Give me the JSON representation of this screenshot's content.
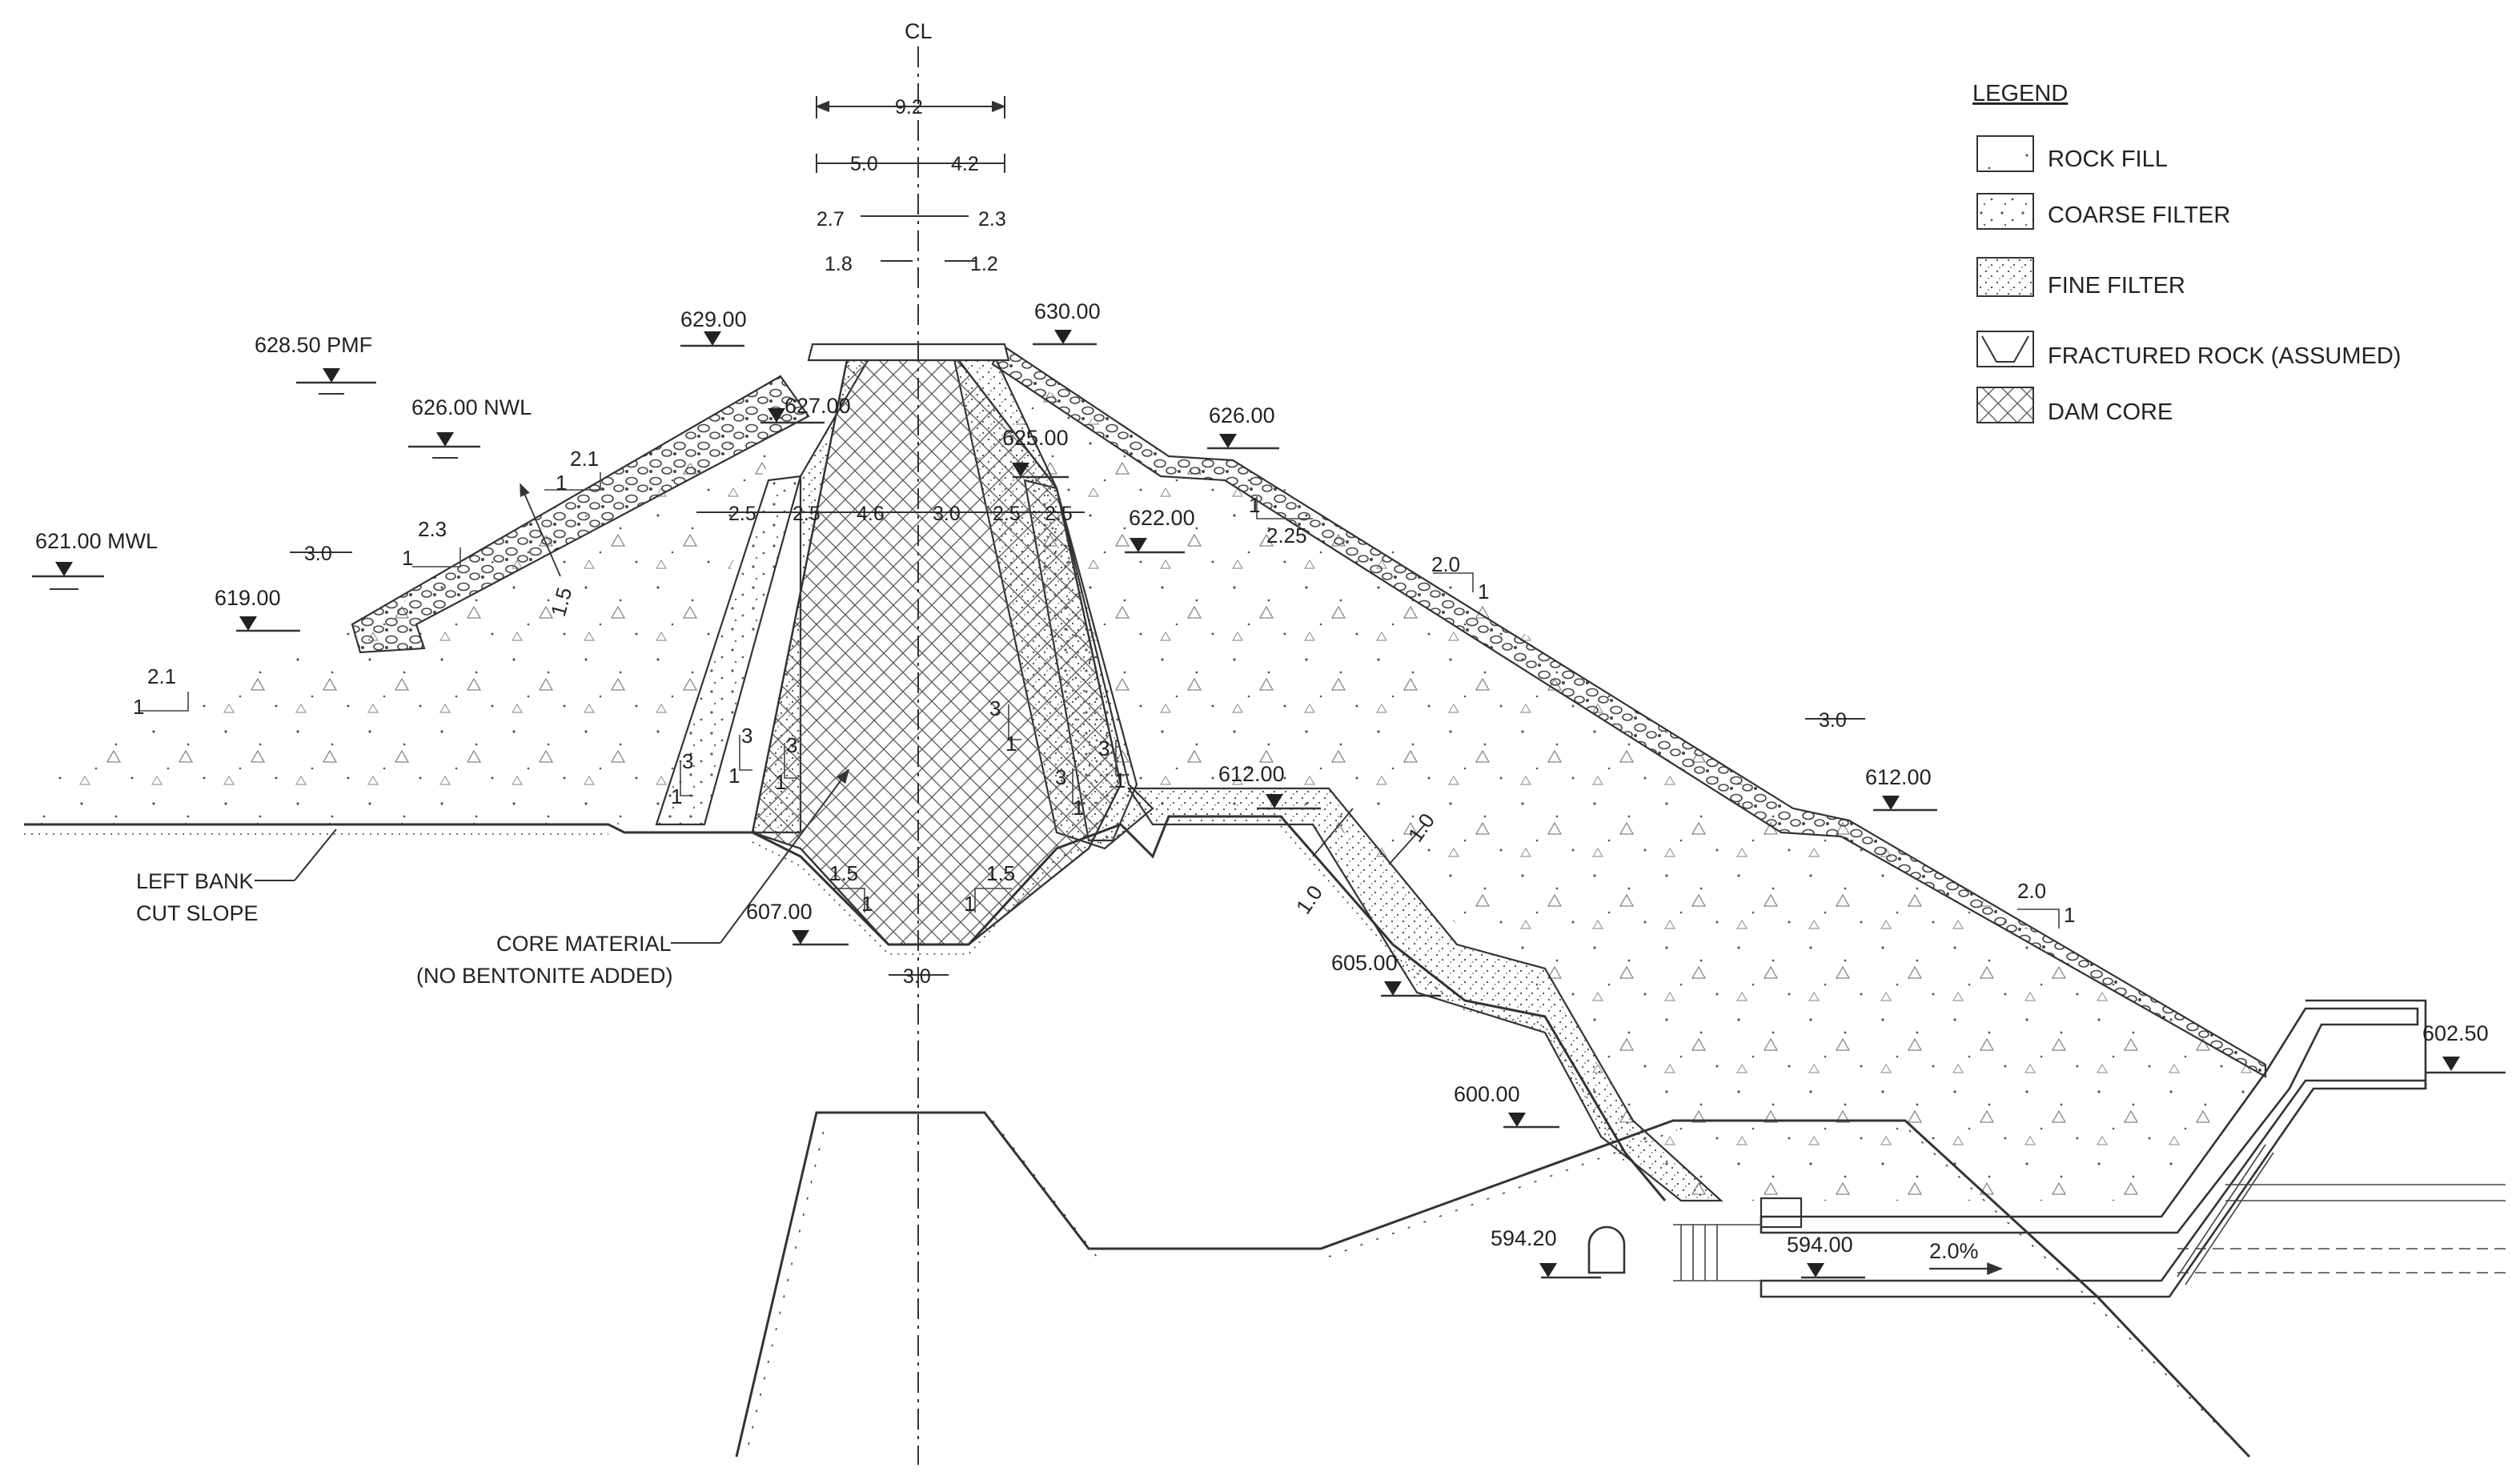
{
  "centerline": "CL",
  "crest_dims": {
    "total": "9.2",
    "left_half": "5.0",
    "right_half": "4.2",
    "left_filter": "2.7",
    "right_filter": "2.3",
    "left_core": "1.8",
    "right_core": "1.2"
  },
  "mid_dims": [
    "2.5",
    "2.5",
    "4.6",
    "3.0",
    "2.5",
    "2.5"
  ],
  "berm_widths": {
    "upstream": "3.0",
    "downstream": "3.0",
    "trench_base": "3.0"
  },
  "elevations": {
    "pmf": "628.50 PMF",
    "nwl": "626.00 NWL",
    "mwl": "621.00 MWL",
    "upstream_crest": "629.00",
    "downstream_crest": "630.00",
    "core_top": "627.00",
    "filter_top": "625.00",
    "right_berm_top": "626.00",
    "upstream_berm": "619.00",
    "downstream_inner": "622.00",
    "core_bench": "612.00",
    "downstream_berm": "612.00",
    "trench_bottom": "607.00",
    "step_605": "605.00",
    "step_600": "600.00",
    "tunnel_invert": "594.20",
    "outlet_invert": "594.00",
    "tailwater": "602.50"
  },
  "slopes": {
    "upstream_upper_h": "2.1",
    "upstream_upper_v": "1",
    "upstream_mid_h": "2.3",
    "upstream_mid_v": "1",
    "upstream_lower_h": "2.1",
    "upstream_lower_v": "1",
    "riprap_thickness": "1.5",
    "right_shell_h": "2.25",
    "right_shell_v": "1",
    "downstream_upper_h": "2.0",
    "downstream_upper_v": "1",
    "downstream_lower_h": "2.0",
    "downstream_lower_v": "1",
    "filter_slope_v": "3",
    "filter_slope_h": "1",
    "trench_h": "1.5",
    "trench_v": "1",
    "step_a": "1.0",
    "step_b": "1.0"
  },
  "flow_grade": "2.0%",
  "annotations": {
    "left_bank_line1": "LEFT BANK",
    "left_bank_line2": "CUT SLOPE",
    "core_material_line1": "CORE MATERIAL",
    "core_material_line2": "(NO BENTONITE ADDED)"
  },
  "legend": {
    "title": "LEGEND",
    "items": [
      {
        "label": "ROCK FILL",
        "pattern": "rock-fill"
      },
      {
        "label": "COARSE FILTER",
        "pattern": "coarse-filter"
      },
      {
        "label": "FINE FILTER",
        "pattern": "fine-filter"
      },
      {
        "label": "FRACTURED ROCK (ASSUMED)",
        "pattern": "fractured-rock"
      },
      {
        "label": "DAM CORE",
        "pattern": "dam-core"
      }
    ]
  }
}
